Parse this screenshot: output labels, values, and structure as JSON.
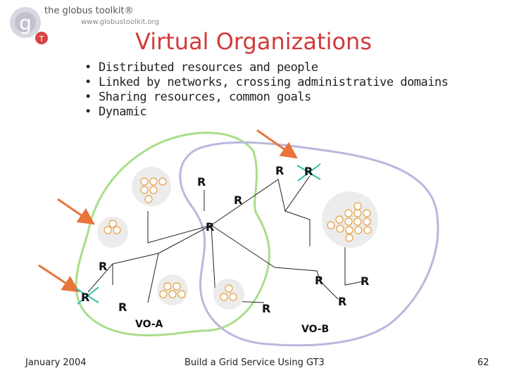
{
  "header": {
    "brand": "the globus toolkit®",
    "url": "www.globustoolkit.org"
  },
  "title": "Virtual Organizations",
  "bullets": [
    "Distributed resources and people",
    "Linked by networks, crossing administrative domains",
    "Sharing resources, common goals",
    "Dynamic"
  ],
  "diagram": {
    "resource_label": "R",
    "vo_labels": [
      "VO-A",
      "VO-B"
    ],
    "colors": {
      "vo_a": "#a8de8a",
      "vo_b": "#b8b8de",
      "arrow": "#e8743b",
      "cross": "#2fbfa8",
      "face": "#e8a040"
    }
  },
  "footer": {
    "date": "January 2004",
    "center": "Build a Grid Service Using GT3",
    "page": "62"
  }
}
